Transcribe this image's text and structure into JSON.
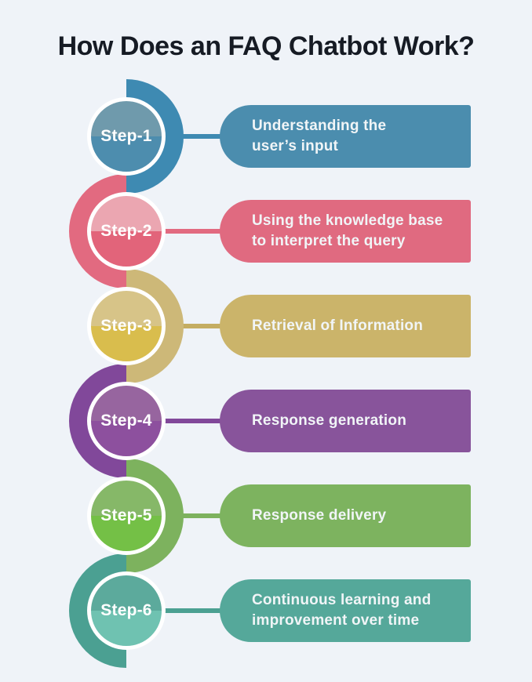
{
  "page": {
    "title": "How Does an FAQ Chatbot Work?",
    "title_color": "#161b24",
    "background": "#eff3f8"
  },
  "steps": [
    {
      "label": "Step-1",
      "lines": [
        "Understanding the",
        "user’s input"
      ],
      "colors": {
        "disc": "#3e8ab2",
        "inner_top": "#6f9aac",
        "inner_bottom": "#4d8dae",
        "pill": "#4b8dae",
        "connector": "#3e8ab2"
      }
    },
    {
      "label": "Step-2",
      "lines": [
        "Using the knowledge base",
        "to interpret the query"
      ],
      "colors": {
        "disc": "#e26a80",
        "inner_top": "#eba6b1",
        "inner_bottom": "#e2647a",
        "pill": "#e06a80",
        "connector": "#e26a80"
      }
    },
    {
      "label": "Step-3",
      "lines": [
        "Retrieval of Information"
      ],
      "colors": {
        "disc": "#cdb878",
        "inner_top": "#d7c488",
        "inner_bottom": "#d9bd4d",
        "pill": "#cbb46a",
        "connector": "#c4ad62"
      }
    },
    {
      "label": "Step-4",
      "lines": [
        "Response generation"
      ],
      "colors": {
        "disc": "#81489a",
        "inner_top": "#97659f",
        "inner_bottom": "#8d509e",
        "pill": "#88549b",
        "connector": "#81489a"
      }
    },
    {
      "label": "Step-5",
      "lines": [
        "Response delivery"
      ],
      "colors": {
        "disc": "#7db25e",
        "inner_top": "#86b868",
        "inner_bottom": "#74c046",
        "pill": "#7db35f",
        "connector": "#7db25e"
      }
    },
    {
      "label": "Step-6",
      "lines": [
        "Continuous learning and",
        "improvement over time"
      ],
      "colors": {
        "disc": "#4ba092",
        "inner_top": "#5caa9c",
        "inner_bottom": "#6fc2b1",
        "pill": "#55a89a",
        "connector": "#4ba092"
      }
    }
  ]
}
